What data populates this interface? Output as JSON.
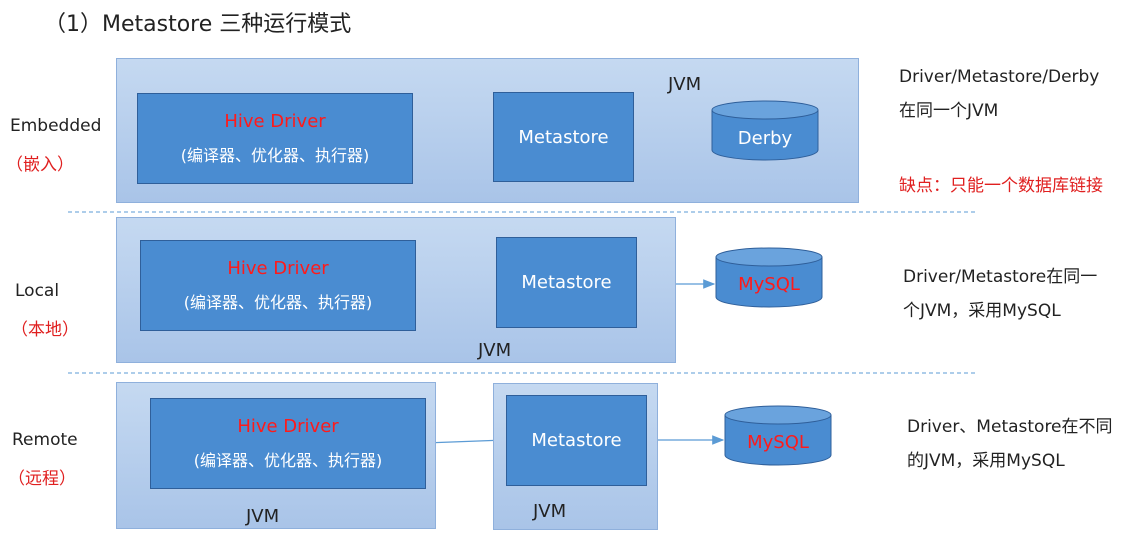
{
  "title": "（1）Metastore 三种运行模式",
  "colors": {
    "jvm_fill": "#b7cff0",
    "box_fill": "#4a8cd1",
    "accent_red": "#e02020",
    "arrow": "#5b9bd5"
  },
  "modes": [
    {
      "label": "Embedded",
      "sub": "（嵌入）",
      "driver_title": "Hive Driver",
      "driver_sub": "(编译器、优化器、执行器)",
      "metastore": "Metastore",
      "db": "Derby",
      "jvm_label": "JVM",
      "note_lines": [
        "Driver/Metastore/Derby",
        "在同一个JVM"
      ],
      "note_red": "缺点：只能一个数据库链接"
    },
    {
      "label": "Local",
      "sub": "（本地）",
      "driver_title": "Hive Driver",
      "driver_sub": "(编译器、优化器、执行器)",
      "metastore": "Metastore",
      "db": "MySQL",
      "jvm_label": "JVM",
      "note_lines": [
        "Driver/Metastore在同一",
        "个JVM，采用MySQL"
      ]
    },
    {
      "label": "Remote",
      "sub": "（远程）",
      "driver_title": "Hive Driver",
      "driver_sub": "(编译器、优化器、执行器)",
      "metastore": "Metastore",
      "db": "MySQL",
      "jvm_label_driver": "JVM",
      "jvm_label_metastore": "JVM",
      "note_lines": [
        "Driver、Metastore在不同",
        "的JVM，采用MySQL"
      ]
    }
  ]
}
